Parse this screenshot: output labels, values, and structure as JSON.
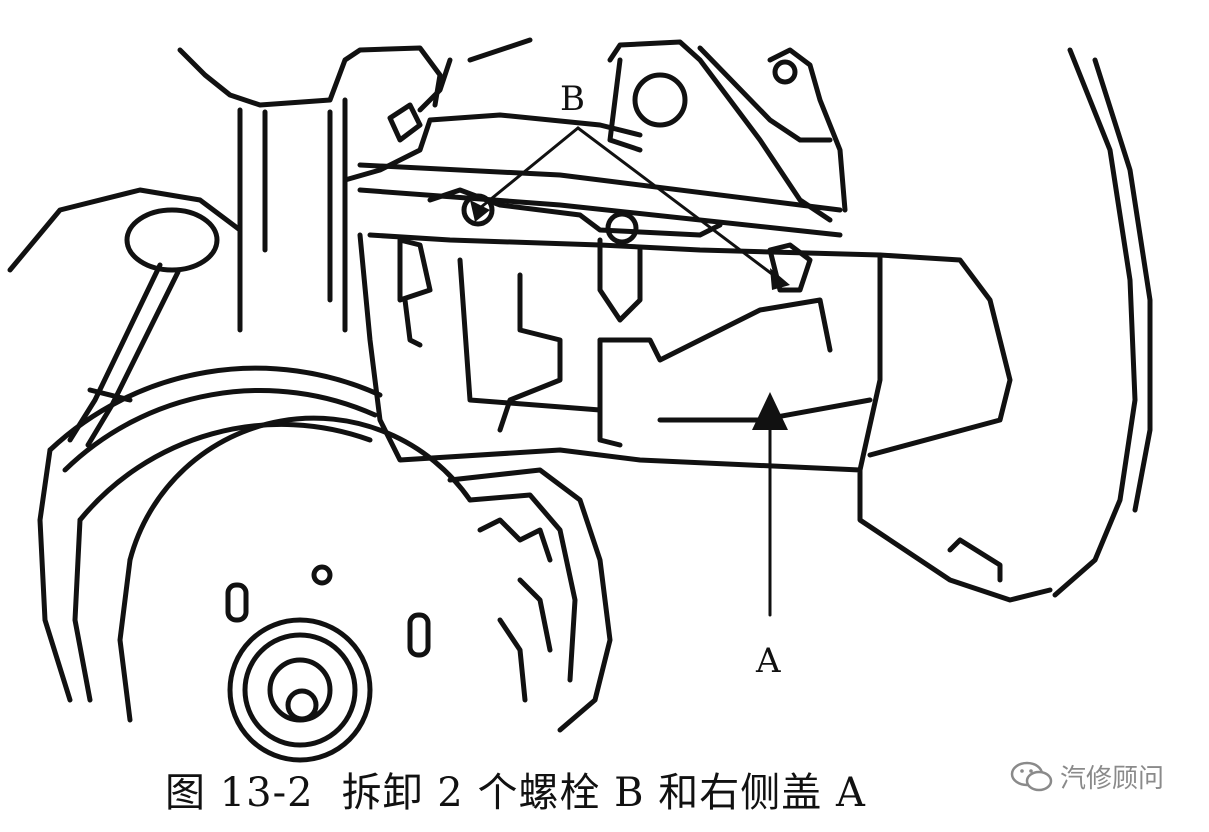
{
  "figure": {
    "caption_number": "图 13-2",
    "caption_text": "拆卸 2 个螺栓 B 和右侧盖 A",
    "labels": {
      "b": "B",
      "a": "A"
    }
  },
  "watermark": {
    "text": "汽修顾问",
    "icon": "wechat-icon"
  },
  "colors": {
    "line": "#111111",
    "background": "#ffffff",
    "watermark": "#8a8a8a"
  }
}
